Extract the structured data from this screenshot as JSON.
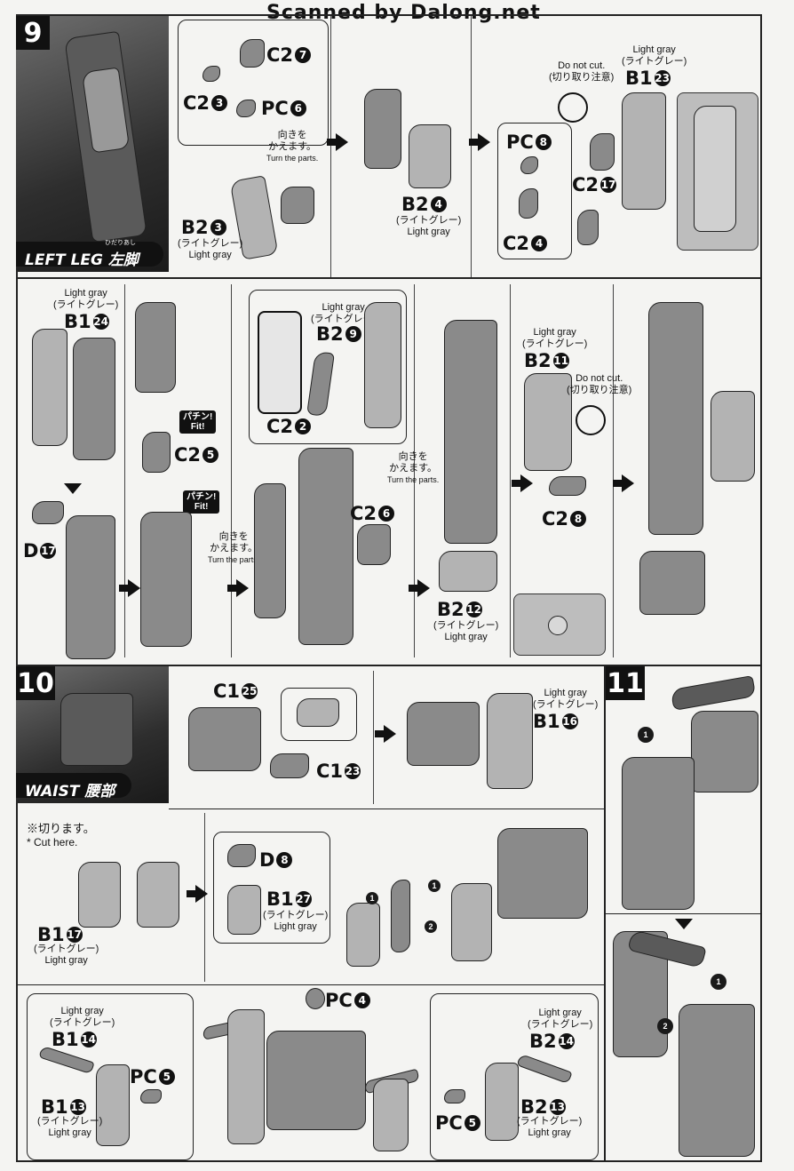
{
  "watermark": "Scanned by Dalong.net",
  "step9": {
    "number": "9",
    "section_label_en": "LEFT LEG",
    "section_label_jp": "左脚",
    "section_label_ruby": "ひだりあし",
    "parts": {
      "c2_7": {
        "code": "C2",
        "num": "7"
      },
      "c2_3": {
        "code": "C2",
        "num": "3"
      },
      "pc_6": {
        "code": "PC",
        "num": "6"
      },
      "b2_3": {
        "code": "B2",
        "num": "3"
      },
      "b2_4": {
        "code": "B2",
        "num": "4"
      },
      "pc_8": {
        "code": "PC",
        "num": "8"
      },
      "c2_4": {
        "code": "C2",
        "num": "4"
      },
      "b1_23": {
        "code": "B1",
        "num": "23"
      },
      "c2_17": {
        "code": "C2",
        "num": "17"
      },
      "b1_24": {
        "code": "B1",
        "num": "24"
      },
      "c2_5": {
        "code": "C2",
        "num": "5"
      },
      "d_17": {
        "code": "D",
        "num": "17"
      },
      "b2_9": {
        "code": "B2",
        "num": "9"
      },
      "c2_2": {
        "code": "C2",
        "num": "2"
      },
      "c2_6": {
        "code": "C2",
        "num": "6"
      },
      "b2_11": {
        "code": "B2",
        "num": "11"
      },
      "c2_8": {
        "code": "C2",
        "num": "8"
      },
      "b2_12": {
        "code": "B2",
        "num": "12"
      }
    },
    "light_gray_jp": "(ライトグレー)",
    "light_gray_en": "Light gray",
    "turn_jp_1": "向きを",
    "turn_jp_2": "かえます。",
    "turn_en": "Turn the parts.",
    "do_not_cut_en": "Do not cut.",
    "do_not_cut_jp": "(切り取り注意)",
    "fit_jp": "パチン!",
    "fit_en": "Fit!"
  },
  "step10": {
    "number": "10",
    "section_label_en": "WAIST",
    "section_label_jp": "腰部",
    "parts": {
      "c1_25": {
        "code": "C1",
        "num": "25"
      },
      "c1_23": {
        "code": "C1",
        "num": "23"
      },
      "b1_16": {
        "code": "B1",
        "num": "16"
      },
      "b1_17": {
        "code": "B1",
        "num": "17"
      },
      "d_8": {
        "code": "D",
        "num": "8"
      },
      "b1_27": {
        "code": "B1",
        "num": "27"
      },
      "pc_4": {
        "code": "PC",
        "num": "4"
      },
      "b1_14": {
        "code": "B1",
        "num": "14"
      },
      "pc_5a": {
        "code": "PC",
        "num": "5"
      },
      "b1_13": {
        "code": "B1",
        "num": "13"
      },
      "b2_14": {
        "code": "B2",
        "num": "14"
      },
      "pc_5b": {
        "code": "PC",
        "num": "5"
      },
      "b2_13": {
        "code": "B2",
        "num": "13"
      }
    },
    "cut_here_jp": "※切ります。",
    "cut_here_en": "* Cut here."
  },
  "step11": {
    "number": "11",
    "order": [
      "1",
      "2"
    ]
  }
}
